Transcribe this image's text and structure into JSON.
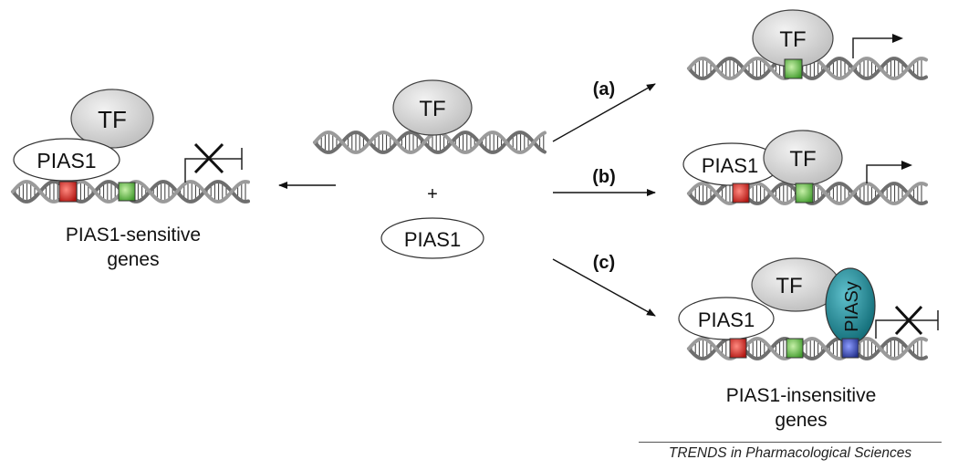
{
  "labels": {
    "tf": "TF",
    "pias1": "PIAS1",
    "piasy": "PIASy",
    "plus": "+",
    "path_a": "(a)",
    "path_b": "(b)",
    "path_c": "(c)",
    "sensitive_line1": "PIAS1-sensitive",
    "sensitive_line2": "genes",
    "insensitive_line1": "PIAS1-insensitive",
    "insensitive_line2": "genes",
    "source": "TRENDS in Pharmacological Sciences"
  },
  "colors": {
    "protein_fill": "#d2d2d2",
    "piasy_fill": "#1f8a96",
    "site_red": "#c0201c",
    "site_green": "#52a83a",
    "site_blue": "#2c3b98",
    "dna": "#6e6e6e"
  }
}
